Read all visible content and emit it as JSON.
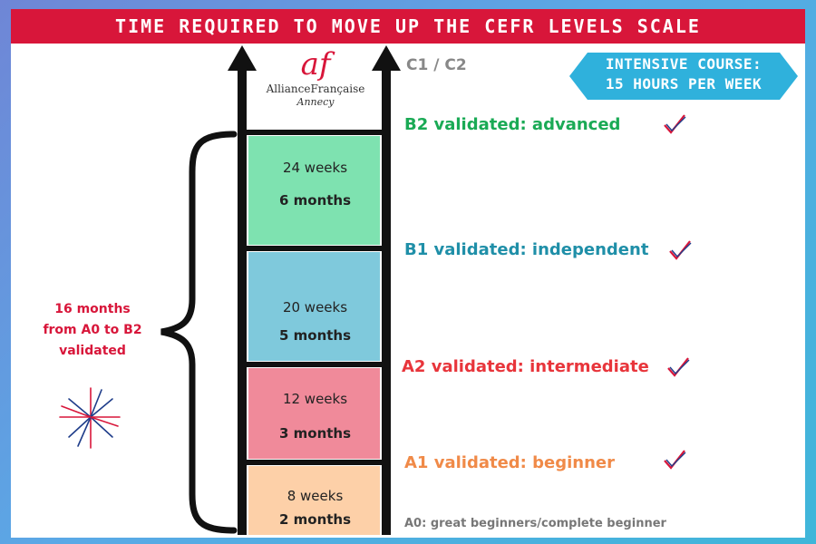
{
  "title": "TIME REQUIRED TO MOVE UP THE CEFR LEVELS SCALE",
  "logo": {
    "mark": "af",
    "name": "AllianceFrançaise",
    "city": "Annecy"
  },
  "top_level": "C1 / C2",
  "intensive": {
    "line1": "INTENSIVE COURSE:",
    "line2": "15 HOURS PER WEEK"
  },
  "levels": [
    {
      "label": "B2 validated: advanced",
      "color": "#1aaa55"
    },
    {
      "label": "B1 validated: independent",
      "color": "#1f8fa8"
    },
    {
      "label": "A2 validated: intermediate",
      "color": "#e8353b"
    },
    {
      "label": "A1 validated: beginner",
      "color": "#f08a48"
    }
  ],
  "base_level": "A0: great beginners/complete beginner",
  "blocks": [
    {
      "weeks": "24 weeks",
      "months": "6 months",
      "color": "#7ee2b0"
    },
    {
      "weeks": "20 weeks",
      "months": "5 months",
      "color": "#7fc9dc"
    },
    {
      "weeks": "12 weeks",
      "months": "3 months",
      "color": "#f08a9a"
    },
    {
      "weeks": "8 weeks",
      "months": "2 months",
      "color": "#fdd0a8"
    }
  ],
  "summary": {
    "line1": "16 months",
    "line2": "from A0 to B2",
    "line3": "validated"
  }
}
